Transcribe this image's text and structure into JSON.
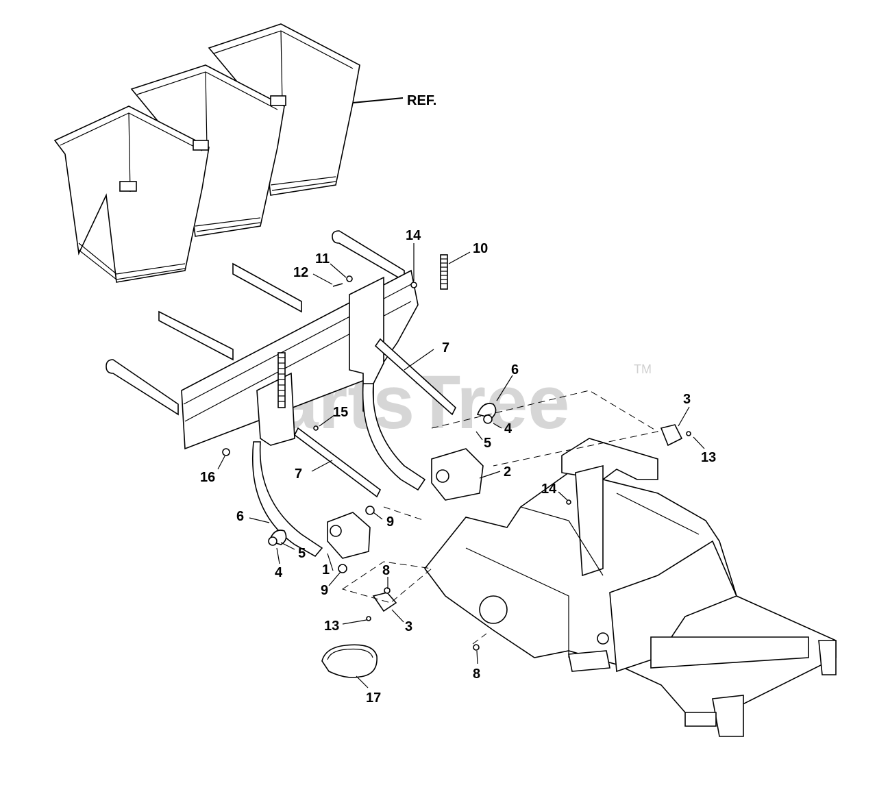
{
  "watermark": {
    "text": "PartsTree",
    "trademark": "TM"
  },
  "callouts": {
    "ref": "REF.",
    "n1": "1",
    "n2": "2",
    "n3a": "3",
    "n3b": "3",
    "n4a": "4",
    "n4b": "4",
    "n5a": "5",
    "n5b": "5",
    "n6a": "6",
    "n6b": "6",
    "n7a": "7",
    "n7b": "7",
    "n8a": "8",
    "n8b": "8",
    "n9a": "9",
    "n9b": "9",
    "n10": "10",
    "n11": "11",
    "n12": "12",
    "n13a": "13",
    "n13b": "13",
    "n14a": "14",
    "n14b": "14",
    "n15": "15",
    "n16": "16",
    "n17": "17"
  }
}
